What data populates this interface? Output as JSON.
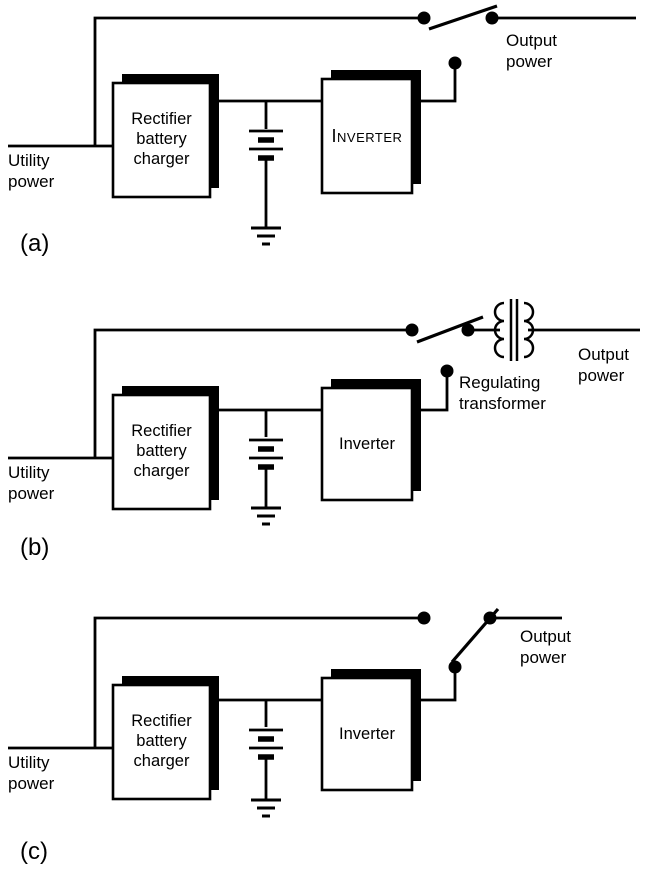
{
  "figure": {
    "colors": {
      "line": "#000000",
      "background": "#ffffff",
      "box_fill": "#ffffff",
      "box_shadow": "#000000"
    },
    "panels": [
      {
        "tag": "(a)",
        "utility": "Utility\npower",
        "output": "Output\npower",
        "rectifier": "Rectifier\nbattery\ncharger",
        "inverter": "Inverter"
      },
      {
        "tag": "(b)",
        "utility": "Utility\npower",
        "output": "Output\npower",
        "rectifier": "Rectifier\nbattery\ncharger",
        "inverter": "Inverter",
        "transformer": "Regulating\ntransformer"
      },
      {
        "tag": "(c)",
        "utility": "Utility\npower",
        "output": "Output\npower",
        "rectifier": "Rectifier\nbattery\ncharger",
        "inverter": "Inverter"
      }
    ]
  }
}
